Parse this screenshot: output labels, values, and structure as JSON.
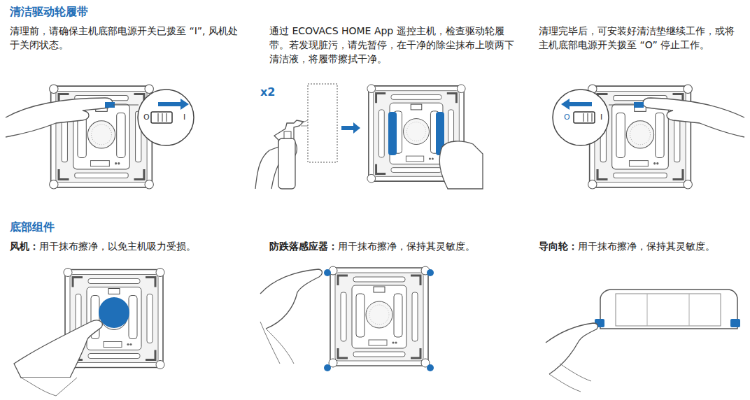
{
  "diagram": {
    "title": "清洁驱动轮履带",
    "labels": [
      "清理前，请确保主机底部电源开关已拨至 “I”, 风机处于关闭状态。",
      "通过 ECOVACS HOME App 遥控主机，检查驱动轮履带。若发现脏污，请先暂停，在干净的除尘抹布上喷两下清洁液，将履带擦拭干净。",
      "清理完毕后，可安装好清洁垫继续工作，或将主机底部电源开关拨至 “O” 停止工作。",
      "底部组件",
      "风机：",
      "用干抹布擦净，以免主机吸力受损。",
      "防跌落感应器：",
      "用干抹布擦净，保持其灵敏度。",
      "导向轮：",
      "用干抹布擦净，保持其灵敏度。",
      "x2",
      "O",
      "I",
      "O",
      "I"
    ]
  }
}
